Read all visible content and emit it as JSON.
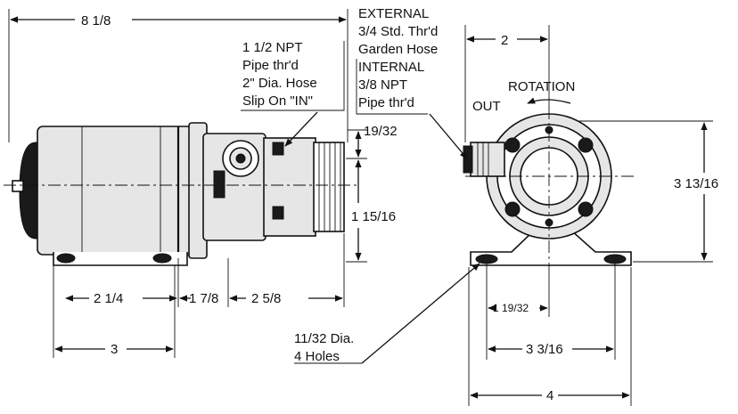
{
  "dimensions": {
    "overall_length": "8 1/8",
    "inlet_hose_width": "2",
    "mount_height_a": "2 1/4",
    "mount_height_b": "1 7/8",
    "mount_height_c": "2 5/8",
    "base_length": "3",
    "top_offset": "19/32",
    "port_height": "1 15/16",
    "end_height": "3 13/16",
    "hole_spacing_small": "1 19/32",
    "hole_spacing": "3 3/16",
    "base_width": "4"
  },
  "notes": {
    "inlet": [
      "1 1/2 NPT",
      "Pipe thr'd",
      "2\" Dia. Hose",
      "Slip On \"IN\""
    ],
    "outlet": [
      "EXTERNAL",
      "3/4 Std. Thr'd",
      "Garden Hose",
      "INTERNAL",
      "3/8 NPT",
      "Pipe thr'd"
    ],
    "rotation": "ROTATION",
    "out": "OUT",
    "holes": [
      "11/32 Dia.",
      "4 Holes"
    ]
  }
}
